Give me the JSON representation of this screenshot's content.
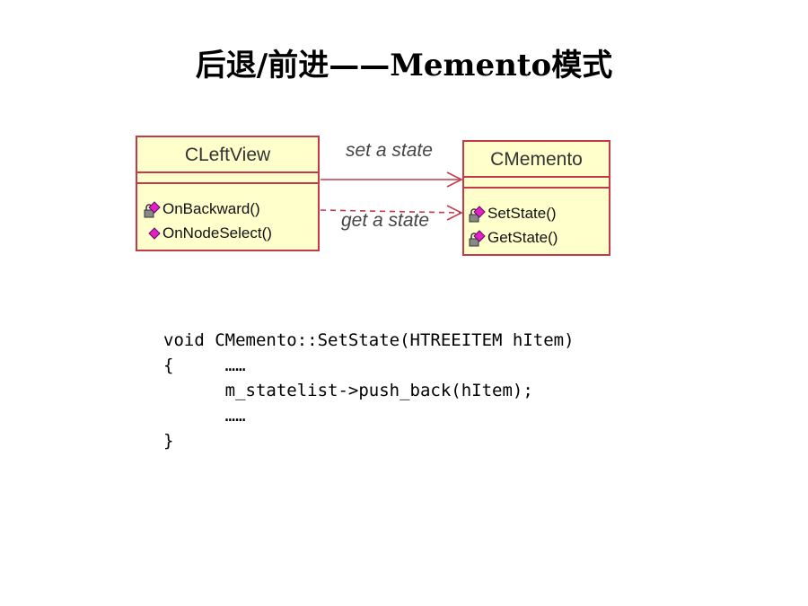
{
  "slide": {
    "title": "后退/前进——Memento模式"
  },
  "diagram": {
    "left_class": {
      "name": "CLeftView",
      "operations": [
        {
          "label": "OnBackward()",
          "icon": "locked-method-icon"
        },
        {
          "label": "OnNodeSelect()",
          "icon": "method-icon"
        }
      ]
    },
    "right_class": {
      "name": "CMemento",
      "operations": [
        {
          "label": "SetState()",
          "icon": "locked-method-icon"
        },
        {
          "label": "GetState()",
          "icon": "locked-method-icon"
        }
      ]
    },
    "associations": {
      "set_label": "set a state",
      "get_label": "get a state"
    },
    "colors": {
      "class_border": "#c33a4a",
      "class_fill": "#ffffcc",
      "method_diamond": "#e020c8"
    }
  },
  "code": {
    "lines": [
      "void CMemento::SetState(HTREEITEM hItem)",
      "{     ……",
      "      m_statelist->push_back(hItem);",
      "      ……",
      "}"
    ]
  }
}
